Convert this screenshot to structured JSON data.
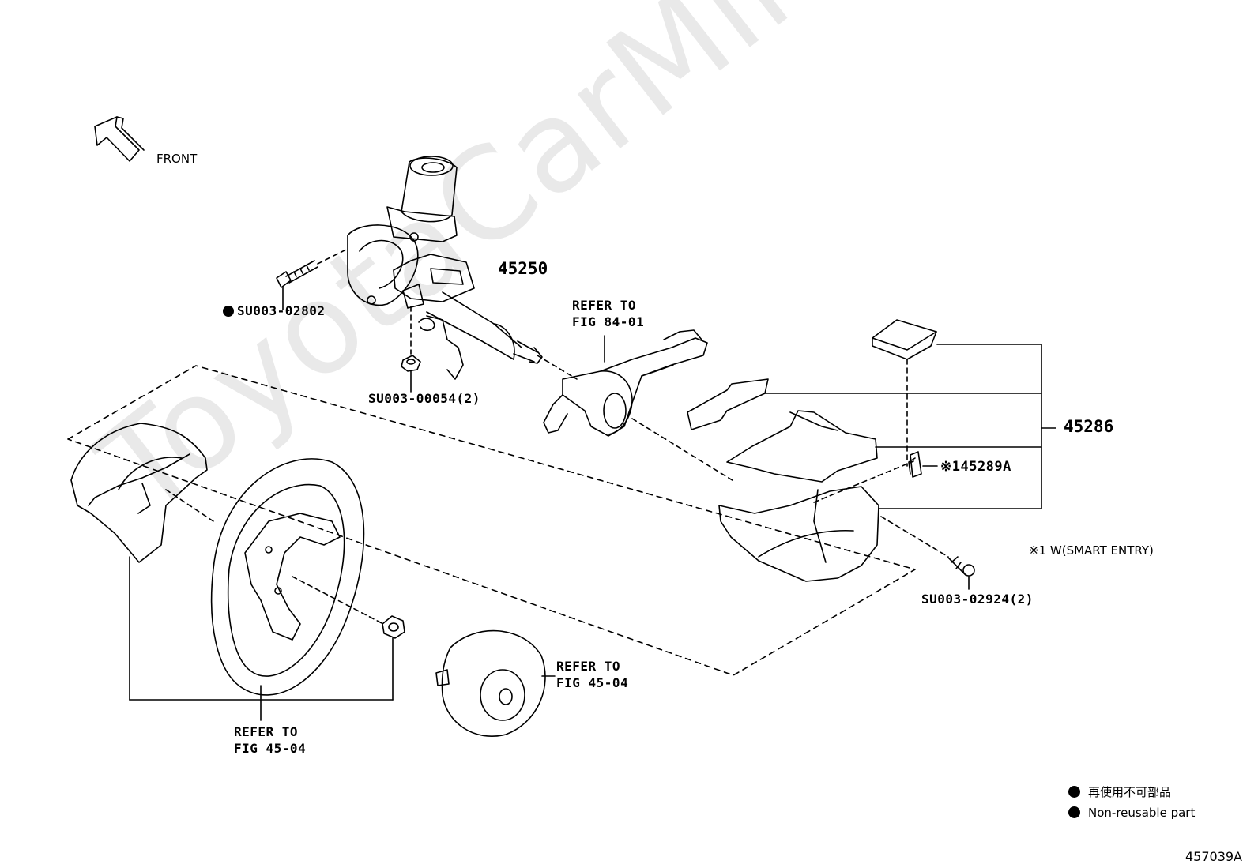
{
  "watermark": "ToyotaCarMine.ru",
  "front_label": "FRONT",
  "parts": {
    "column": "45250",
    "bolt": "SU003-02802",
    "nut": "SU003-00054(2)",
    "refer_combo": [
      "REFER TO",
      "FIG 84-01"
    ],
    "cover_set": "45286",
    "cover_sub": "※145289A",
    "smart_note": "※1 W(SMART ENTRY)",
    "screw": "SU003-02924(2)",
    "refer_airbag": [
      "REFER TO",
      "FIG 45-04"
    ],
    "refer_wheel": [
      "REFER TO",
      "FIG 45-04"
    ]
  },
  "legend": {
    "japanese": "再使用不可部品",
    "english": "Non-reusable part"
  },
  "figure_number": "457039A",
  "colors": {
    "line": "#000000",
    "watermark": "#e9e9e9",
    "background": "#ffffff"
  }
}
